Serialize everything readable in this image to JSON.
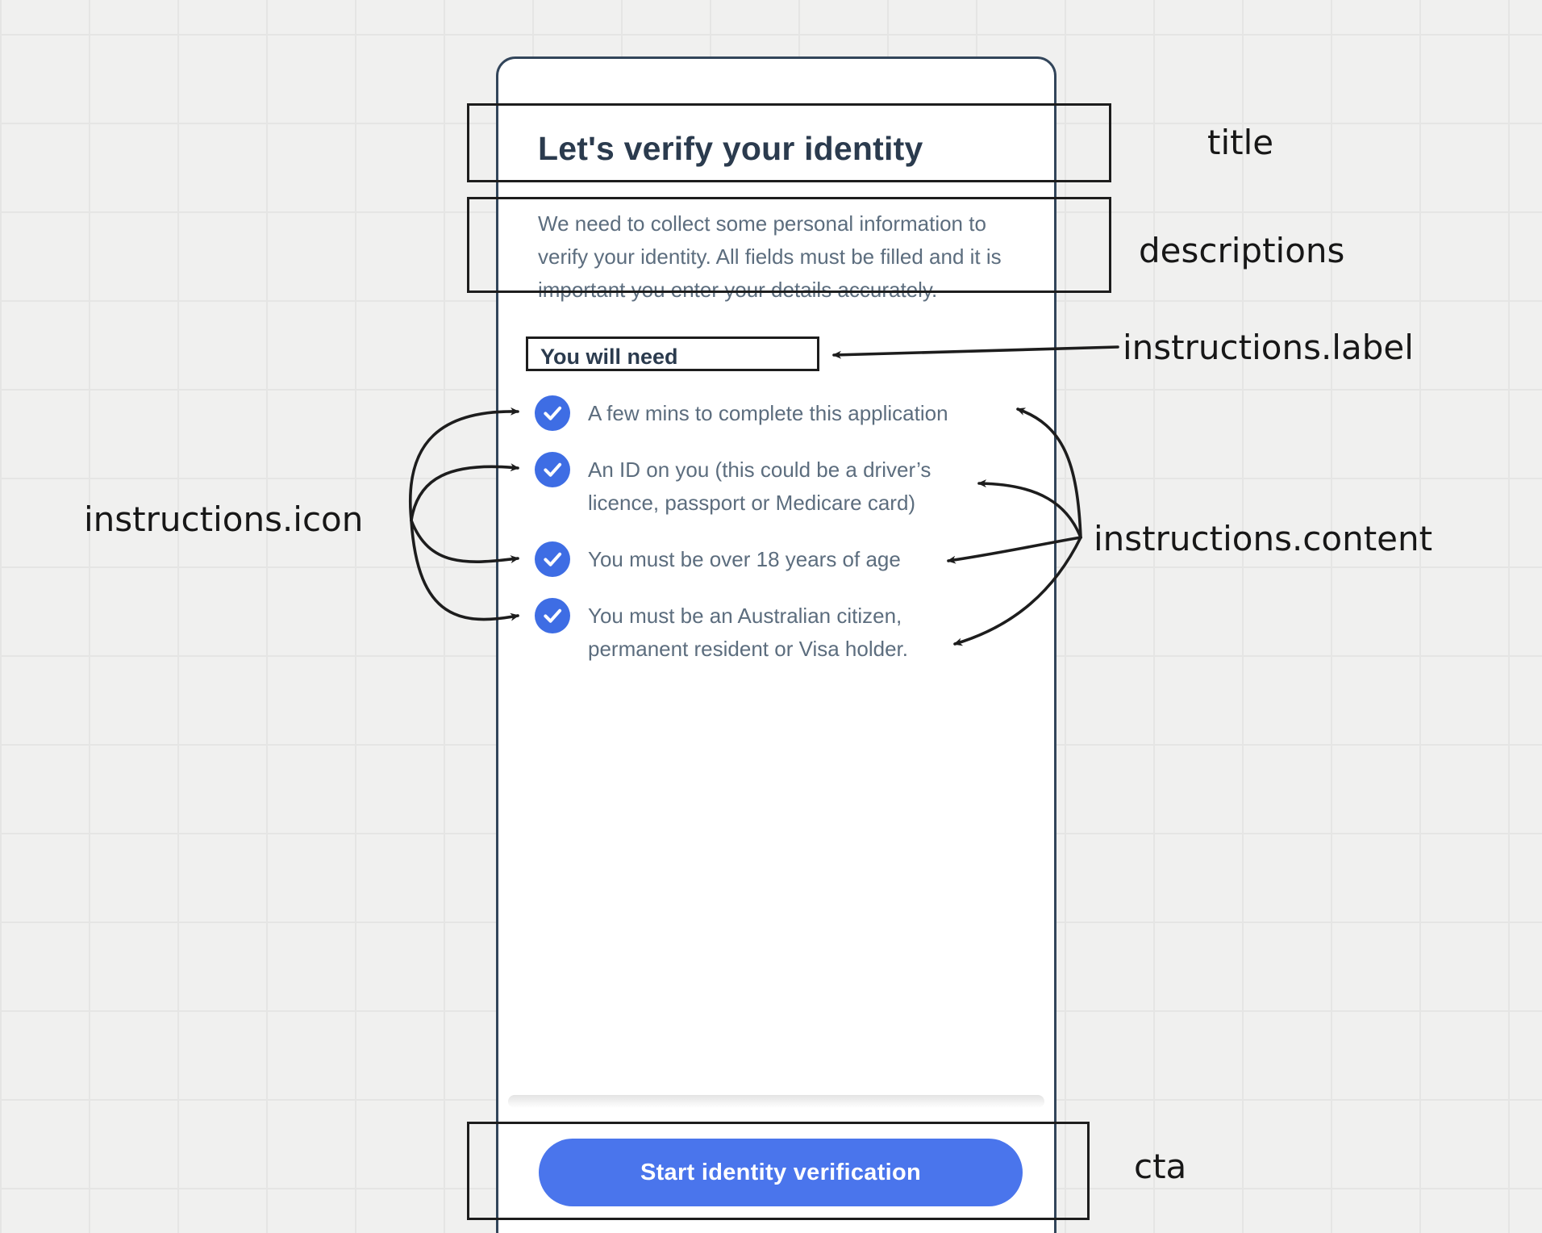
{
  "screen": {
    "title": "Let's verify your identity",
    "description": "We need to collect some personal information to verify your identity. All fields must be filled and it is important you enter your details accurately.",
    "instructions": {
      "label": "You will need",
      "items": [
        "A few mins to complete this application",
        "An ID on you (this could be a driver’s licence, passport or Medicare card)",
        "You must be over 18 years of age",
        "You must be an Australian citizen, permanent resident or Visa holder."
      ]
    },
    "cta": "Start identity verification"
  },
  "annotations": {
    "title": "title",
    "descriptions": "descriptions",
    "instructions_label": "instructions.label",
    "instructions_icon": "instructions.icon",
    "instructions_content": "instructions.content",
    "cta": "cta"
  },
  "icons": {
    "check": "✓"
  },
  "colors": {
    "check_icon_blue": "#3e6de4",
    "cta_button_blue": "#4a75ec",
    "heading_navy": "#2b3b4e",
    "body_gray": "#5c6d7e",
    "annotation_black": "#1d1d1d",
    "card_border": "#32455a",
    "canvas_gray": "#f0f0ef"
  }
}
